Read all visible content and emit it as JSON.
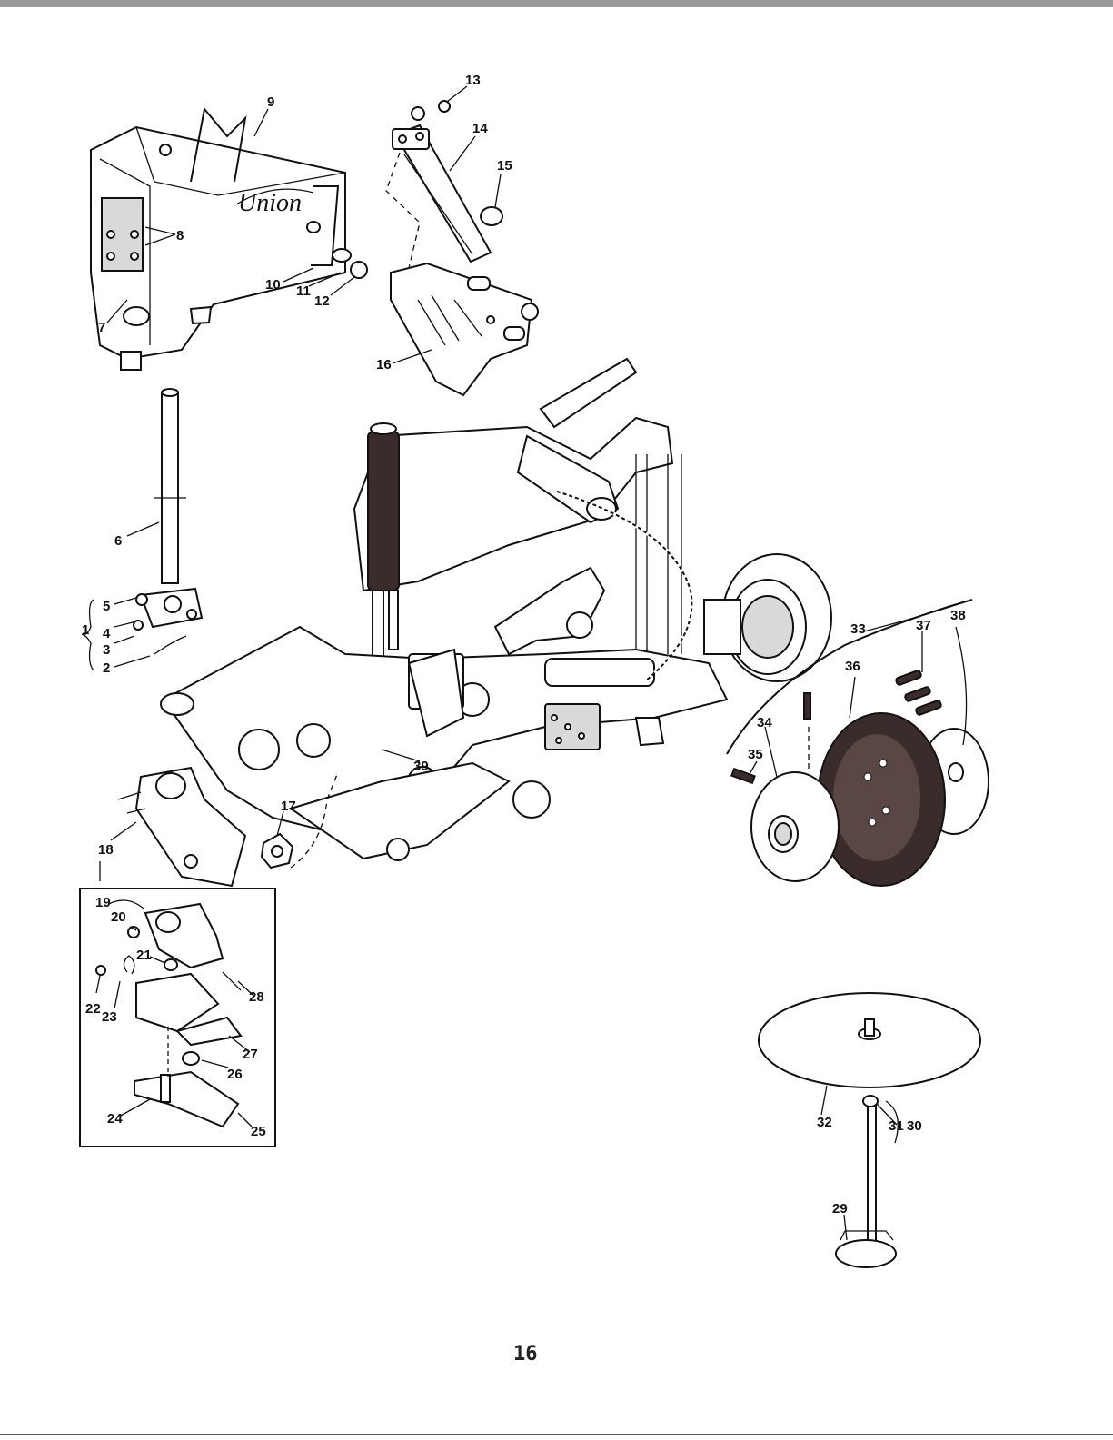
{
  "page": {
    "number": "16",
    "brand_script": "Union"
  },
  "callouts": [
    {
      "id": "c1",
      "text": "1"
    },
    {
      "id": "c2",
      "text": "2"
    },
    {
      "id": "c3",
      "text": "3"
    },
    {
      "id": "c4",
      "text": "4"
    },
    {
      "id": "c5",
      "text": "5"
    },
    {
      "id": "c6",
      "text": "6"
    },
    {
      "id": "c7",
      "text": "7"
    },
    {
      "id": "c8",
      "text": "8"
    },
    {
      "id": "c9",
      "text": "9"
    },
    {
      "id": "c10",
      "text": "10"
    },
    {
      "id": "c11",
      "text": "11"
    },
    {
      "id": "c12",
      "text": "12"
    },
    {
      "id": "c13",
      "text": "13"
    },
    {
      "id": "c14",
      "text": "14"
    },
    {
      "id": "c15",
      "text": "15"
    },
    {
      "id": "c16",
      "text": "16"
    },
    {
      "id": "c17",
      "text": "17"
    },
    {
      "id": "c18",
      "text": "18"
    },
    {
      "id": "c19",
      "text": "19"
    },
    {
      "id": "c20",
      "text": "20"
    },
    {
      "id": "c21",
      "text": "21"
    },
    {
      "id": "c22",
      "text": "22"
    },
    {
      "id": "c23",
      "text": "23"
    },
    {
      "id": "c24",
      "text": "24"
    },
    {
      "id": "c25",
      "text": "25"
    },
    {
      "id": "c26",
      "text": "26"
    },
    {
      "id": "c27",
      "text": "27"
    },
    {
      "id": "c28",
      "text": "28"
    },
    {
      "id": "c29",
      "text": "29"
    },
    {
      "id": "c30",
      "text": "30"
    },
    {
      "id": "c31",
      "text": "31"
    },
    {
      "id": "c32",
      "text": "32"
    },
    {
      "id": "c33",
      "text": "33"
    },
    {
      "id": "c34",
      "text": "34"
    },
    {
      "id": "c35",
      "text": "35"
    },
    {
      "id": "c36",
      "text": "36"
    },
    {
      "id": "c37",
      "text": "37"
    },
    {
      "id": "c38",
      "text": "38"
    },
    {
      "id": "c39",
      "text": "39"
    }
  ]
}
